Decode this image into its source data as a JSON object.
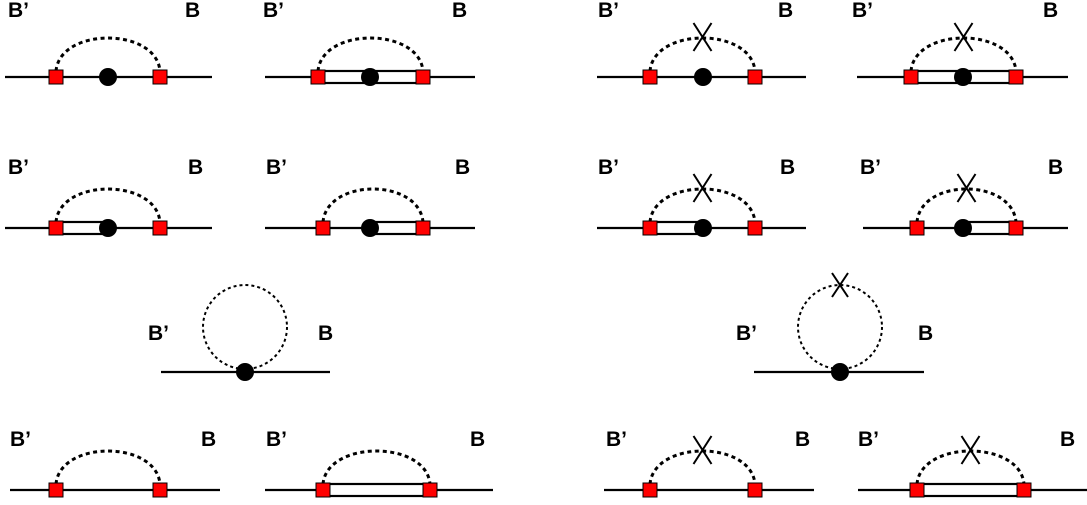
{
  "labels": {
    "left": "B’",
    "right": "B"
  },
  "colors": {
    "vertex": "#ff0000",
    "line": "#000000"
  },
  "diagrams": [
    {
      "kind": "arc",
      "box": "none",
      "dot": true,
      "cross": false
    },
    {
      "kind": "arc",
      "box": "full",
      "dot": true,
      "cross": false
    },
    {
      "kind": "arc",
      "box": "none",
      "dot": true,
      "cross": true
    },
    {
      "kind": "arc",
      "box": "full",
      "dot": true,
      "cross": true
    },
    {
      "kind": "arc",
      "box": "left",
      "dot": true,
      "cross": false
    },
    {
      "kind": "arc",
      "box": "right",
      "dot": true,
      "cross": false
    },
    {
      "kind": "arc",
      "box": "left",
      "dot": true,
      "cross": true
    },
    {
      "kind": "arc",
      "box": "right",
      "dot": true,
      "cross": true
    },
    {
      "kind": "tadpole",
      "box": "none",
      "dot": true,
      "cross": false
    },
    {
      "kind": "tadpole",
      "box": "none",
      "dot": true,
      "cross": true
    },
    {
      "kind": "arc",
      "box": "none",
      "dot": false,
      "cross": false
    },
    {
      "kind": "arc",
      "box": "full",
      "dot": false,
      "cross": false
    },
    {
      "kind": "arc",
      "box": "none",
      "dot": false,
      "cross": true
    },
    {
      "kind": "arc",
      "box": "full",
      "dot": false,
      "cross": true
    }
  ]
}
